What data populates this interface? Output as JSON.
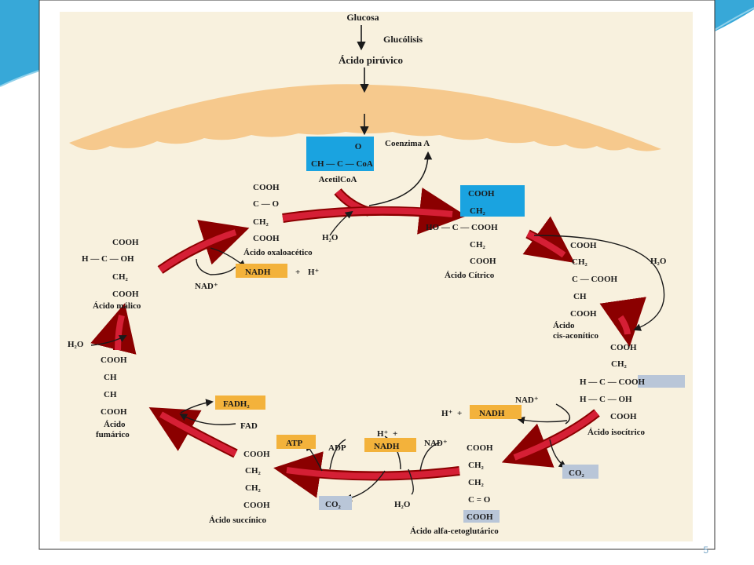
{
  "pathway": {
    "top": [
      "Glucosa",
      "Glucólisis",
      "Ácido pirúvico"
    ],
    "acetyl": {
      "coenzyme": "Coenzima A",
      "o": "O",
      "ch_c": "CH — C — CoA",
      "name": "AcetilCoA"
    },
    "water": "H₂O",
    "oxaloacetate": {
      "lines": [
        "COOH",
        "C — O",
        "CH₂",
        "COOH"
      ],
      "name": "Ácido oxaloacético"
    },
    "citric": {
      "lines": [
        "COOH",
        "CH₂",
        "HO — C — COOH",
        "CH₂",
        "COOH"
      ],
      "name": "Ácido Cítrico"
    },
    "malic": {
      "lines": [
        "COOH",
        "H — C — OH",
        "CH₂",
        "COOH"
      ],
      "name": "Ácido málico"
    },
    "cis_aconitic": {
      "lines": [
        "COOH",
        "CH₂",
        "C — COOH",
        "CH",
        "COOH"
      ],
      "name": [
        "Ácido",
        "cis-aconítico"
      ]
    },
    "fumaric": {
      "lines": [
        "COOH",
        "CH",
        "CH",
        "COOH"
      ],
      "name": [
        "Ácido",
        "fumárico"
      ]
    },
    "isocitric": {
      "lines": [
        "COOH",
        "CH₂",
        "H — C — COOH",
        "H — C — OH",
        "COOH"
      ],
      "name": "Ácido isocítrico"
    },
    "succinic": {
      "lines": [
        "COOH",
        "CH₂",
        "CH₂",
        "COOH"
      ],
      "name": "Ácido succínico"
    },
    "ketoglutaric": {
      "lines": [
        "COOH",
        "CH₂",
        "CH₂",
        "C = O",
        "COOH"
      ],
      "name": "Ácido alfa-cetoglutárico"
    },
    "cofactors": {
      "nad": "NAD⁺",
      "nadh": "NADH",
      "h": "H⁺",
      "plus": "+",
      "fad": "FAD",
      "fadh2": "FADH₂",
      "atp": "ATP",
      "adp": "ADP",
      "co2": "CO₂"
    }
  },
  "slide": {
    "page_number": "5"
  },
  "colors": {
    "cycle_red": "#c8102e",
    "membrane": "#f6c98d",
    "highlight_blue": "#1aa3e0",
    "highlight_orange": "#f3b23b",
    "co2_box": "#b9c6d8"
  }
}
